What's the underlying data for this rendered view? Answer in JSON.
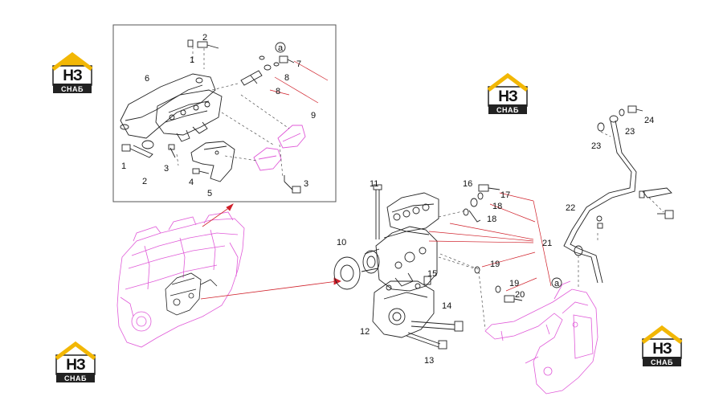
{
  "diagram": {
    "callouts": [
      "1",
      "2",
      "3",
      "4",
      "5",
      "6",
      "7",
      "8",
      "9",
      "10",
      "11",
      "12",
      "13",
      "14",
      "15",
      "16",
      "17",
      "18",
      "19",
      "20",
      "21",
      "22",
      "23",
      "24",
      "a"
    ],
    "labels": [
      {
        "id": "c2a",
        "text": "2"
      },
      {
        "id": "c1a",
        "text": "1"
      },
      {
        "id": "c6",
        "text": "6"
      },
      {
        "id": "ca1",
        "text": "a"
      },
      {
        "id": "c7",
        "text": "7"
      },
      {
        "id": "c8a",
        "text": "8"
      },
      {
        "id": "c8b",
        "text": "8"
      },
      {
        "id": "c9",
        "text": "9"
      },
      {
        "id": "c1b",
        "text": "1"
      },
      {
        "id": "c2b",
        "text": "2"
      },
      {
        "id": "c3a",
        "text": "3"
      },
      {
        "id": "c4",
        "text": "4"
      },
      {
        "id": "c5",
        "text": "5"
      },
      {
        "id": "c3b",
        "text": "3"
      },
      {
        "id": "c11",
        "text": "11"
      },
      {
        "id": "c10",
        "text": "10"
      },
      {
        "id": "c16",
        "text": "16"
      },
      {
        "id": "c17",
        "text": "17"
      },
      {
        "id": "c18a",
        "text": "18"
      },
      {
        "id": "c18b",
        "text": "18"
      },
      {
        "id": "c21",
        "text": "21"
      },
      {
        "id": "c15",
        "text": "15"
      },
      {
        "id": "c19a",
        "text": "19"
      },
      {
        "id": "c19b",
        "text": "19"
      },
      {
        "id": "ca2",
        "text": "a"
      },
      {
        "id": "c20",
        "text": "20"
      },
      {
        "id": "c14",
        "text": "14"
      },
      {
        "id": "c12",
        "text": "12"
      },
      {
        "id": "c13",
        "text": "13"
      },
      {
        "id": "c22",
        "text": "22"
      },
      {
        "id": "c23a",
        "text": "23"
      },
      {
        "id": "c23b",
        "text": "23"
      },
      {
        "id": "c24",
        "text": "24"
      }
    ]
  },
  "logos": {
    "mark": "НЗ",
    "caption": "СНАБ",
    "icon": "house-logo-icon",
    "colors": {
      "roof": "#f2b705",
      "band": "#222222",
      "face": "#ffffff"
    }
  },
  "colors": {
    "line": "#222222",
    "engine": "#e05ad8",
    "leader": "#d0202a",
    "frame": "#555555"
  }
}
